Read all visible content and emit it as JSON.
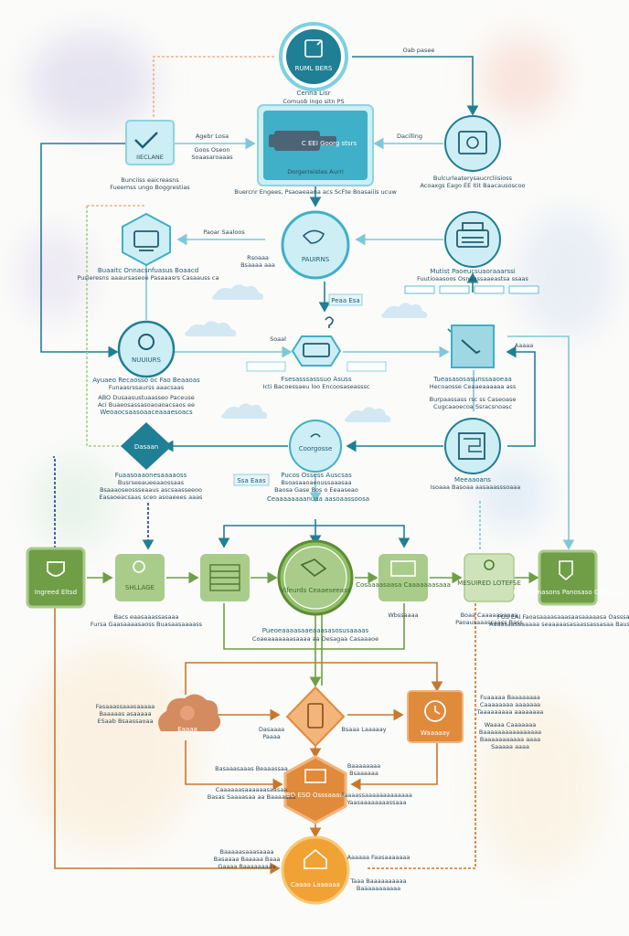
{
  "colors": {
    "teal": "#1f7f94",
    "teal_light": "#8fd3e0",
    "teal_fill": "#cdeef4",
    "green": "#6f9e47",
    "green_light": "#a9cc8a",
    "orange": "#e08a3c",
    "orange_light": "#f3b57a",
    "dash_orange": "#e8a46c",
    "ink": "#2f4a5a"
  },
  "nodes": {
    "top_circle": {
      "title": "RUML BERS"
    },
    "top_caption": {
      "l1": "Cenna Lisr",
      "l2": "Comuob ingo sitn PS"
    },
    "check_box": {
      "title": "IIECLANE",
      "cap1": "Bunciiss eaicreasns",
      "cap2": "Fueemss ungo Boggrestias"
    },
    "machine_box": {
      "title": "C EEI Goorg stsrs",
      "sub": "Dorgerreistes Aurri",
      "cap": "Buercnr Engees, Psaoaeaana acs ScFte Boasaiiis ucuw"
    },
    "topright_circle": {
      "cap1": "Bulcurleaterysaucrcliisioss",
      "cap2": "Acoaxgs Eago EE Itit Baacausoscoo"
    },
    "hex_left": {
      "cap1": "Buaaitc Onnacsnfuasus Boaacd",
      "cap2": "Pusieresns aaaursaseoe Pasaaasrs Casaauss ca"
    },
    "mid_circle": {
      "title": "PAUIRNS"
    },
    "printer_circle": {
      "cap1": "Mutist Paoeucsuaoraaarssi",
      "cap2": "Fuutioaasoos Osnaussaaeastsa ssaas"
    },
    "ring_left": {
      "title": "NUUIURS",
      "cap1": "Ayuaeo Recaosso oc Fao Beaaoas",
      "cap2": "Funaasrssaurss aaacsaas",
      "cap3": "ABO Dusaasustuaasseo Paceuse",
      "cap4": "Aci Buaeosassasoaoaoacsaos ee",
      "cap5": "Weoaocsaasoaaceaaaesoacs"
    },
    "cart_center": {
      "cap1": "Fsesasssasssuo Asuss",
      "cap2": "Icti Bacoessaeu loo Encoosaseasssc"
    },
    "pen_box": {
      "cap1": "Tueasasosasunssaaoeaa",
      "cap2": "Hecoaosse Ceaaeaaaaaa ass",
      "cap3": "Burpaassass rsc ss Caseoase",
      "cap4": "Cugcaaoecoa Ssracsnoasc"
    },
    "diamond_left": {
      "title": "Dasaan",
      "cap1": "Fuaasoaaonesaaaaoss",
      "cap2": "Busrseeaueeaaossaas",
      "cap3": "Bsaaaoseossseaaus ascsaasseeoo",
      "cap4": "Easaoeacsaas sceo asoaeees aaas"
    },
    "cloud_center": {
      "title": "Coorgosse",
      "cap1": "Pucos Ossess Auscsas",
      "cap2": "Bsoasaaoaeoussaaasaa",
      "cap3": "Baosa Gase Bos o Eeaaseao",
      "cap4": "Ceaaaaaaaanuaa aasoaassoosa"
    },
    "maze_circle": {
      "cap1": "Meeaaoans",
      "cap2": "Isoaaa Basoaa aasaaasssoaaa"
    },
    "green_left": {
      "title": "Ingreed Eltsd",
      "cap1": "Bacs eaasaaassasaaa",
      "cap2": "Fursa Gaasaaaasaoss Buasaasaaaass"
    },
    "green_2": {
      "title": "SHLLAGE"
    },
    "green_circle": {
      "title": "Vifeurds Ceaaeseeass",
      "cap1": "Pueoeaaaasaaeaaasasosusaaaas",
      "cap2": "Coaeaaaaaaasaaaa aa Desagaa Casaaaoe"
    },
    "green_5": {
      "title": "Cosaaaasaasa Caaaaaaasaaa",
      "cap": "Wbssaaaa"
    },
    "green_6": {
      "title": "MESUIRED LOTEFSE",
      "cap1": "Boaa Caaaaaaaaaa",
      "cap2": "Paoausaaassaass Bass"
    },
    "green_right": {
      "title": "Pat aitonasons Panosaso Oasuaaa",
      "cap1": "FGS EAI Faoasaaaasaaasaasaaaaasa Oasssaas",
      "cap2": "Aaaasaasaaaaaa seaaaaasasaassassasaa Bauseaaa"
    },
    "cloud_orange": {
      "title": "Eaaaa",
      "cap1": "Fasaaassaaasaaaaa",
      "cap2": "Baaaaas asaaaaa",
      "cap3": "ESaab Bsaassaoaa"
    },
    "diamond_orange": {
      "cap1": "Dasaaaa",
      "cap2": "Paaaa",
      "cap3": "Bsaaa Laaaaay"
    },
    "orange_box": {
      "title": "Waaaaay"
    },
    "hex_orange": {
      "title": "RBD ESO Osssaaaaal",
      "cap1": "Basaaasaaas Beaaassaa",
      "cap2": "Caaaaaasaaaaaasaasaa",
      "cap3": "Basas Saaaasaa aa Baaaasaa",
      "cap4": "Baaaaaaaa",
      "cap5": "Bsaaaaaa",
      "cap6": "Faaaassaaaaaaaaaaaaa",
      "cap7": "Yaasaaaaaaaassaaa"
    },
    "orange_circle": {
      "title": "Caaaa Laaaaaa",
      "cap1": "Baaaaasaaasaaaa",
      "cap2": "Basaaaa Baaaaa Baaa",
      "cap3": "Gaaaa Baaaaaaaaa",
      "cap4": "Aaaaaa Faasaaaaaaa",
      "cap5": "Taaa Baaaaaaaaaa",
      "cap6": "Baaaaaaaaaaa"
    },
    "right_notes": {
      "n1": "Fuaaaaa Baaaaaaaa",
      "n2": "Caaaaaaaa aaaaaaa",
      "n3": "Taaaaaaaaa aaaaaaaa",
      "n4": "Waaaa Caaaaaaa",
      "n5": "Baaaaaaaaaaaaaaaa",
      "n6": "Baaaaaaaaaaa aaaa",
      "n7": "Saaaaa aaaa"
    }
  },
  "edge_labels": {
    "e_top_right": "Oab pasee",
    "e_check_machine": "Agebr Losa",
    "e_check_machine2": "Goos Oseon",
    "e_check_machine3": "Soaasaroaaas",
    "e_machine_circle": "Dacilling",
    "e_hex_mid": "Paoar Saaloos",
    "e_mid_note": "Rsoaaa",
    "e_mid_note2": "Bsaaaa aaa",
    "e_badge1": "Peaa Esa",
    "e_cart_left": "Soaal",
    "e_right_arrow": "Aaaaa",
    "e_badge2": "Ssa Eaas"
  }
}
